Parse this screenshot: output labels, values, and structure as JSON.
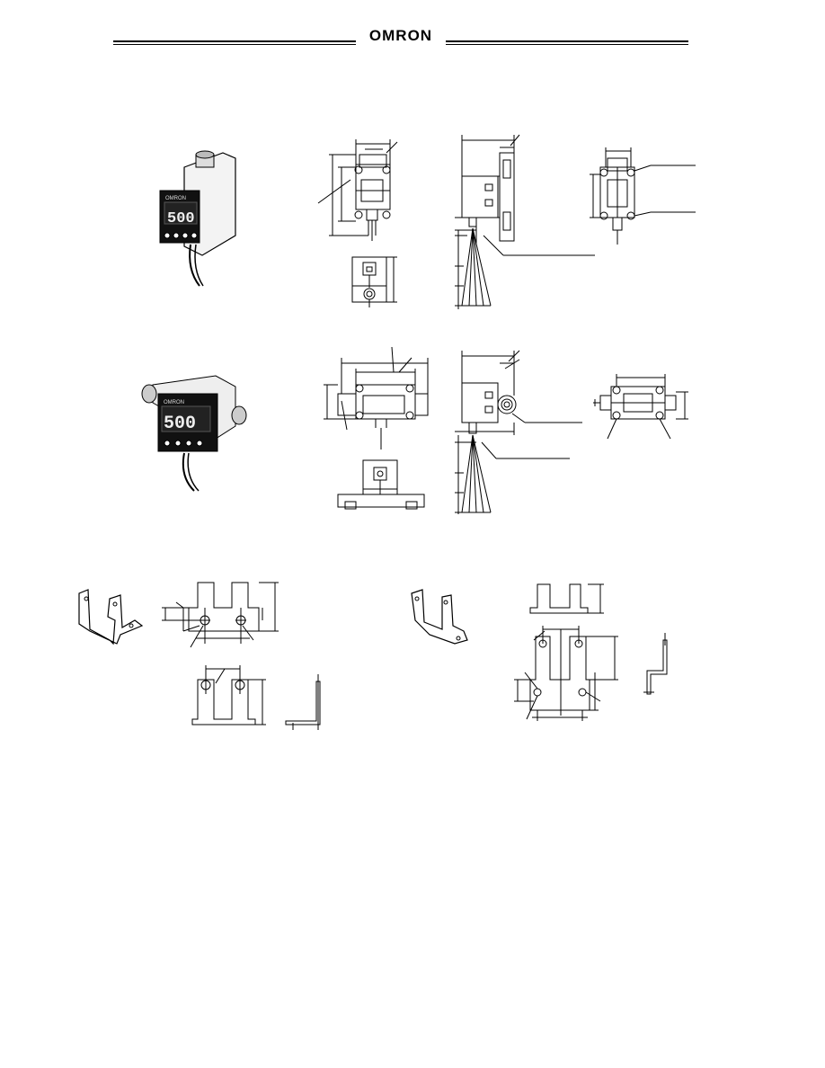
{
  "header": {
    "brand": "OMRON"
  },
  "sensors": [
    {
      "display_brand": "OMRON",
      "display_reading": "500"
    },
    {
      "display_brand": "OMRON",
      "display_reading": "500"
    }
  ]
}
